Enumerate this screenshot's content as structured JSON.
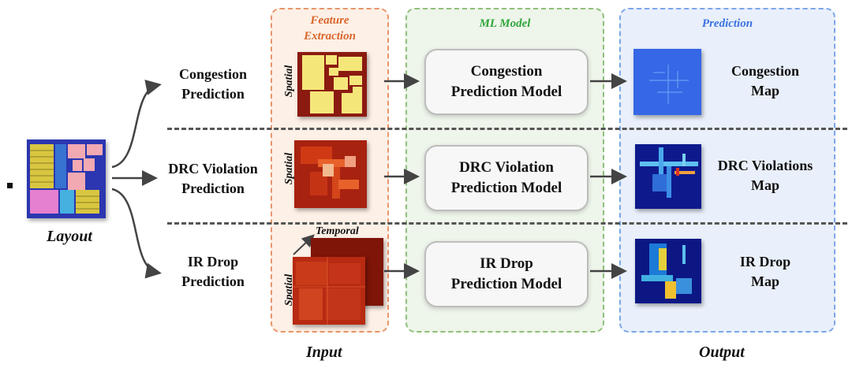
{
  "columns": {
    "input_title_line1": "Feature",
    "input_title_line2": "Extraction",
    "model_title": "ML Model",
    "output_title": "Prediction"
  },
  "layout_label": "Layout",
  "tasks": [
    {
      "line1": "Congestion",
      "line2": "Prediction"
    },
    {
      "line1": "DRC Violation",
      "line2": "Prediction"
    },
    {
      "line1": "IR Drop",
      "line2": "Prediction"
    }
  ],
  "feature_labels": {
    "spatial": "Spatial",
    "temporal": "Temporal"
  },
  "models": [
    {
      "line1": "Congestion",
      "line2": "Prediction Model"
    },
    {
      "line1": "DRC Violation",
      "line2": "Prediction Model"
    },
    {
      "line1": "IR Drop",
      "line2": "Prediction Model"
    }
  ],
  "outputs": [
    {
      "line1": "Congestion",
      "line2": "Map"
    },
    {
      "line1": "DRC Violations",
      "line2": "Map"
    },
    {
      "line1": "IR Drop",
      "line2": "Map"
    }
  ],
  "footer": {
    "input": "Input",
    "output": "Output"
  },
  "colors": {
    "input_border": "#e8956a",
    "input_fill": "#fdf0e6",
    "input_title": "#d9652b",
    "model_border": "#8fbf7a",
    "model_fill": "#eef5ea",
    "model_title": "#2fa43a",
    "output_border": "#7aa6e8",
    "output_fill": "#e9f0fb",
    "output_title": "#3a72e0"
  }
}
